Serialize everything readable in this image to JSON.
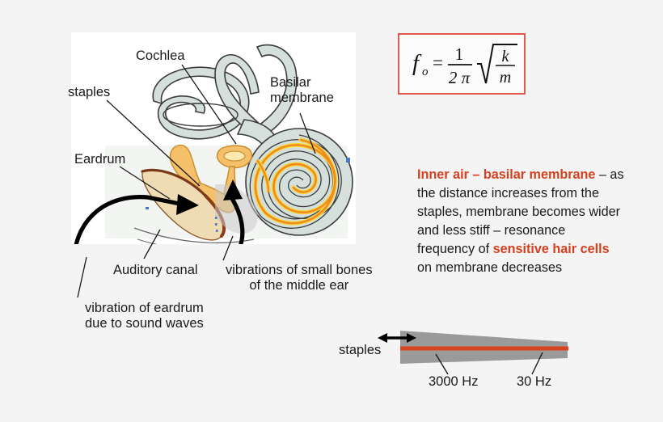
{
  "page": {
    "background_color": "#f4f4f4",
    "accent_color": "#d6401e",
    "formula_border_color": "#e2594f"
  },
  "ear_diagram": {
    "labels": {
      "cochlea": "Cochlea",
      "staples": "staples",
      "basilar_line1": "Basilar",
      "basilar_line2": "membrane",
      "eardrum": "Eardrum",
      "auditory_canal": "Auditory canal",
      "vibrations_bones_line1": "vibrations of small bones",
      "vibrations_bones_line2": "of the middle ear",
      "vibration_eardrum_line1": "vibration of eardrum",
      "vibration_eardrum_line2": "due to sound  waves"
    },
    "colors": {
      "canal_fill": "#d5e0dc",
      "bone_fill": "#f5c06a",
      "eardrum_fill": "#f0dcb4",
      "membrane_orange": "#ef8b21",
      "membrane_yellow": "#f7d93a",
      "outline": "#3c3c3c"
    }
  },
  "formula": {
    "lhs": "f",
    "lhs_sub": "o",
    "equals": "=",
    "fraction_numerator": "1",
    "fraction_denominator": "2 π",
    "radical_numerator": "k",
    "radical_denominator": "m",
    "plain_text": "f_o = (1 / 2π) √(k/m)"
  },
  "description": {
    "highlight1": "Inner air – basilar membrane",
    "text1": " – as the distance increases from the staples, membrane becomes wider and less stiff – resonance frequency of ",
    "highlight2": "sensitive hair cells",
    "text2": " on membrane decreases"
  },
  "wedge_diagram": {
    "staples_label": "staples",
    "high_freq_label": "3000 Hz",
    "low_freq_label": "30 Hz",
    "wedge_fill": "#9a9a9a",
    "membrane_line_color": "#d8441d",
    "arrow_color": "#000000"
  }
}
